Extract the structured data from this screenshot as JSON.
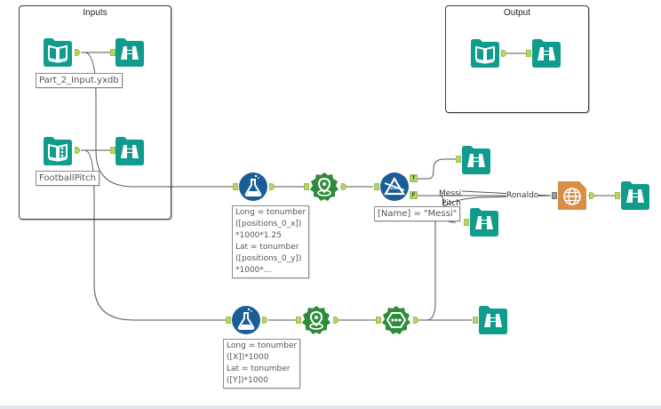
{
  "canvas": {
    "containers": [
      {
        "id": "inputs",
        "title": "Inputs"
      },
      {
        "id": "output",
        "title": "Output"
      }
    ],
    "annotations": {
      "input1": "Part_2_Input.yxdb",
      "input2": "FootballPitch",
      "formula1": "Long = tonumber\n([positions_0_x])\n*1000*1.25\nLat = tonumber\n([positions_0_y])\n*1000*...",
      "filter": "[Name] = \"Messi\"",
      "formula2": "Long = tonumber\n([X])*1000\nLat = tonumber\n([Y])*1000"
    },
    "filter_anchors": {
      "true": "T",
      "false": "F"
    },
    "connection_labels": {
      "messi": "Messi",
      "pitch": "Pitch",
      "ronaldo": "Ronaldo"
    },
    "tools": [
      {
        "id": "input-data-1",
        "type": "input-data",
        "icon": "book-icon"
      },
      {
        "id": "browse-1",
        "type": "browse",
        "icon": "binoculars-icon"
      },
      {
        "id": "input-data-2",
        "type": "input-data",
        "icon": "book-icon"
      },
      {
        "id": "browse-2",
        "type": "browse",
        "icon": "binoculars-icon"
      },
      {
        "id": "input-data-3",
        "type": "input-data",
        "icon": "book-icon"
      },
      {
        "id": "browse-3",
        "type": "browse",
        "icon": "binoculars-icon"
      },
      {
        "id": "formula-1",
        "type": "formula",
        "icon": "flask-icon"
      },
      {
        "id": "create-points-1",
        "type": "create-points",
        "icon": "map-pin-icon"
      },
      {
        "id": "filter-1",
        "type": "filter",
        "icon": "filter-icon"
      },
      {
        "id": "browse-true",
        "type": "browse",
        "icon": "binoculars-icon"
      },
      {
        "id": "browse-false",
        "type": "browse",
        "icon": "binoculars-icon"
      },
      {
        "id": "report-map-1",
        "type": "report-map",
        "icon": "globe-icon"
      },
      {
        "id": "browse-map",
        "type": "browse",
        "icon": "binoculars-icon"
      },
      {
        "id": "formula-2",
        "type": "formula",
        "icon": "flask-icon"
      },
      {
        "id": "create-points-2",
        "type": "create-points",
        "icon": "map-pin-icon"
      },
      {
        "id": "poly-build-1",
        "type": "poly-build",
        "icon": "poly-build-icon"
      },
      {
        "id": "browse-pitch",
        "type": "browse",
        "icon": "binoculars-icon"
      }
    ],
    "colors": {
      "in_out_tool": "#0f9c8c",
      "preparation_tool": "#1b5e96",
      "spatial_tool": "#2e8b3a",
      "reporting_tool": "#d98e44",
      "anchor": "#b5d56a",
      "connection": "#555555"
    }
  }
}
